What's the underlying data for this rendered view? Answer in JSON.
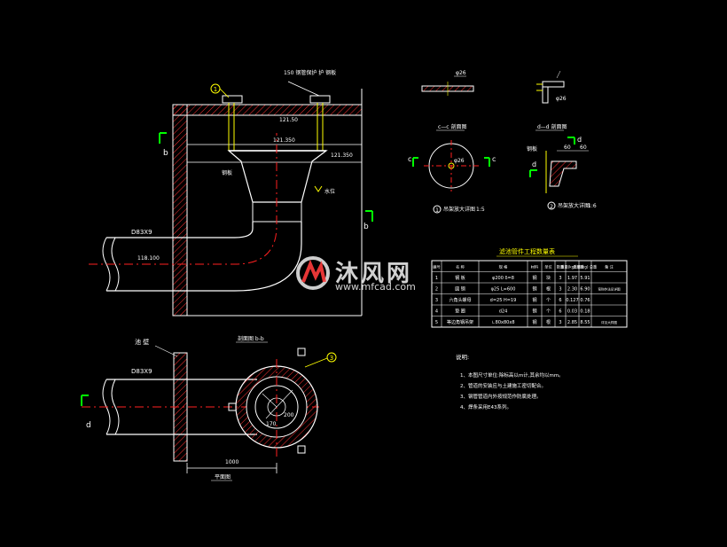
{
  "section_view": {
    "labels": {
      "callout_1": "1",
      "top_note": "150 钢管保护\n护 钢板",
      "elev_top": "121.50",
      "elev_mid": "121.350",
      "elev_right": "121.350",
      "section_mark": "b",
      "section_mark_right": "b",
      "pipe_size": "D83X9",
      "pipe_elev": "118.100",
      "plate_label": "钢板",
      "water_label": "水位"
    }
  },
  "plan_view": {
    "labels": {
      "wall_label": "池 壁",
      "section_title": "剖面图 b-b",
      "pipe_size": "D83X9",
      "callout_3": "3",
      "mark_d": "d",
      "dimension": "1000",
      "dim_200": "200",
      "dim_170": "170",
      "view_title": "平面图"
    }
  },
  "details": {
    "top_plate_dim": "φ26",
    "right_detail_dim": "φ26",
    "c_section_title": "c—c 剖面图",
    "d_section_title": "d—d 剖面图",
    "c_mark": "c",
    "d_mark": "d",
    "c_center_dim": "φ26",
    "d_dims": [
      "60",
      "60"
    ],
    "d_text": "钢板",
    "detail_1_title": "吊架放大详图",
    "detail_1_scale": "1:5",
    "detail_1_no": "1",
    "detail_2_title": "吊架放大详图",
    "detail_2_scale": "1:6",
    "detail_2_no": "2"
  },
  "material_table": {
    "title": "滤池管件工程数量表",
    "headers": [
      "编号",
      "名 称",
      "规 格",
      "材料",
      "单位",
      "数量",
      "重量(kg) 单重",
      "重量(kg) 总重",
      "备 注"
    ],
    "rows": [
      [
        "1",
        "钢 板",
        "φ200 δ=8",
        "钢",
        "块",
        "3",
        "1.97",
        "5.91",
        ""
      ],
      [
        "2",
        "圆 钢",
        "φ25 L=600",
        "钢",
        "根",
        "3",
        "2.30",
        "6.90",
        "弯钩作法见详图"
      ],
      [
        "3",
        "六角头螺母",
        "d=25 H=19",
        "钢",
        "个",
        "6",
        "0.127",
        "0.76",
        ""
      ],
      [
        "4",
        "垫 圈",
        "d24",
        "钢",
        "个",
        "6",
        "0.03",
        "0.18",
        ""
      ],
      [
        "5",
        "等边角钢吊架",
        "∟80x80x8",
        "钢",
        "根",
        "3",
        "2.85",
        "8.55",
        "详见大样图"
      ]
    ]
  },
  "notes": {
    "title": "说明:",
    "items": [
      "1、本图尺寸单位:除标高以m计,其余均以mm。",
      "2、管道的安装应与土建施工密切配合。",
      "3、钢管管道内外按规范作防腐处理。",
      "4、焊条采用E43系列。"
    ]
  },
  "watermark": {
    "brand": "沐风网",
    "url": "www.mfcad.com"
  },
  "colors": {
    "background": "#000000",
    "structure": "#ffffff",
    "pipe_center": "#ff2020",
    "dimension": "#00ffff",
    "annotation": "#ffff00",
    "marker": "#00ff00",
    "hatch": "#ff3030"
  }
}
